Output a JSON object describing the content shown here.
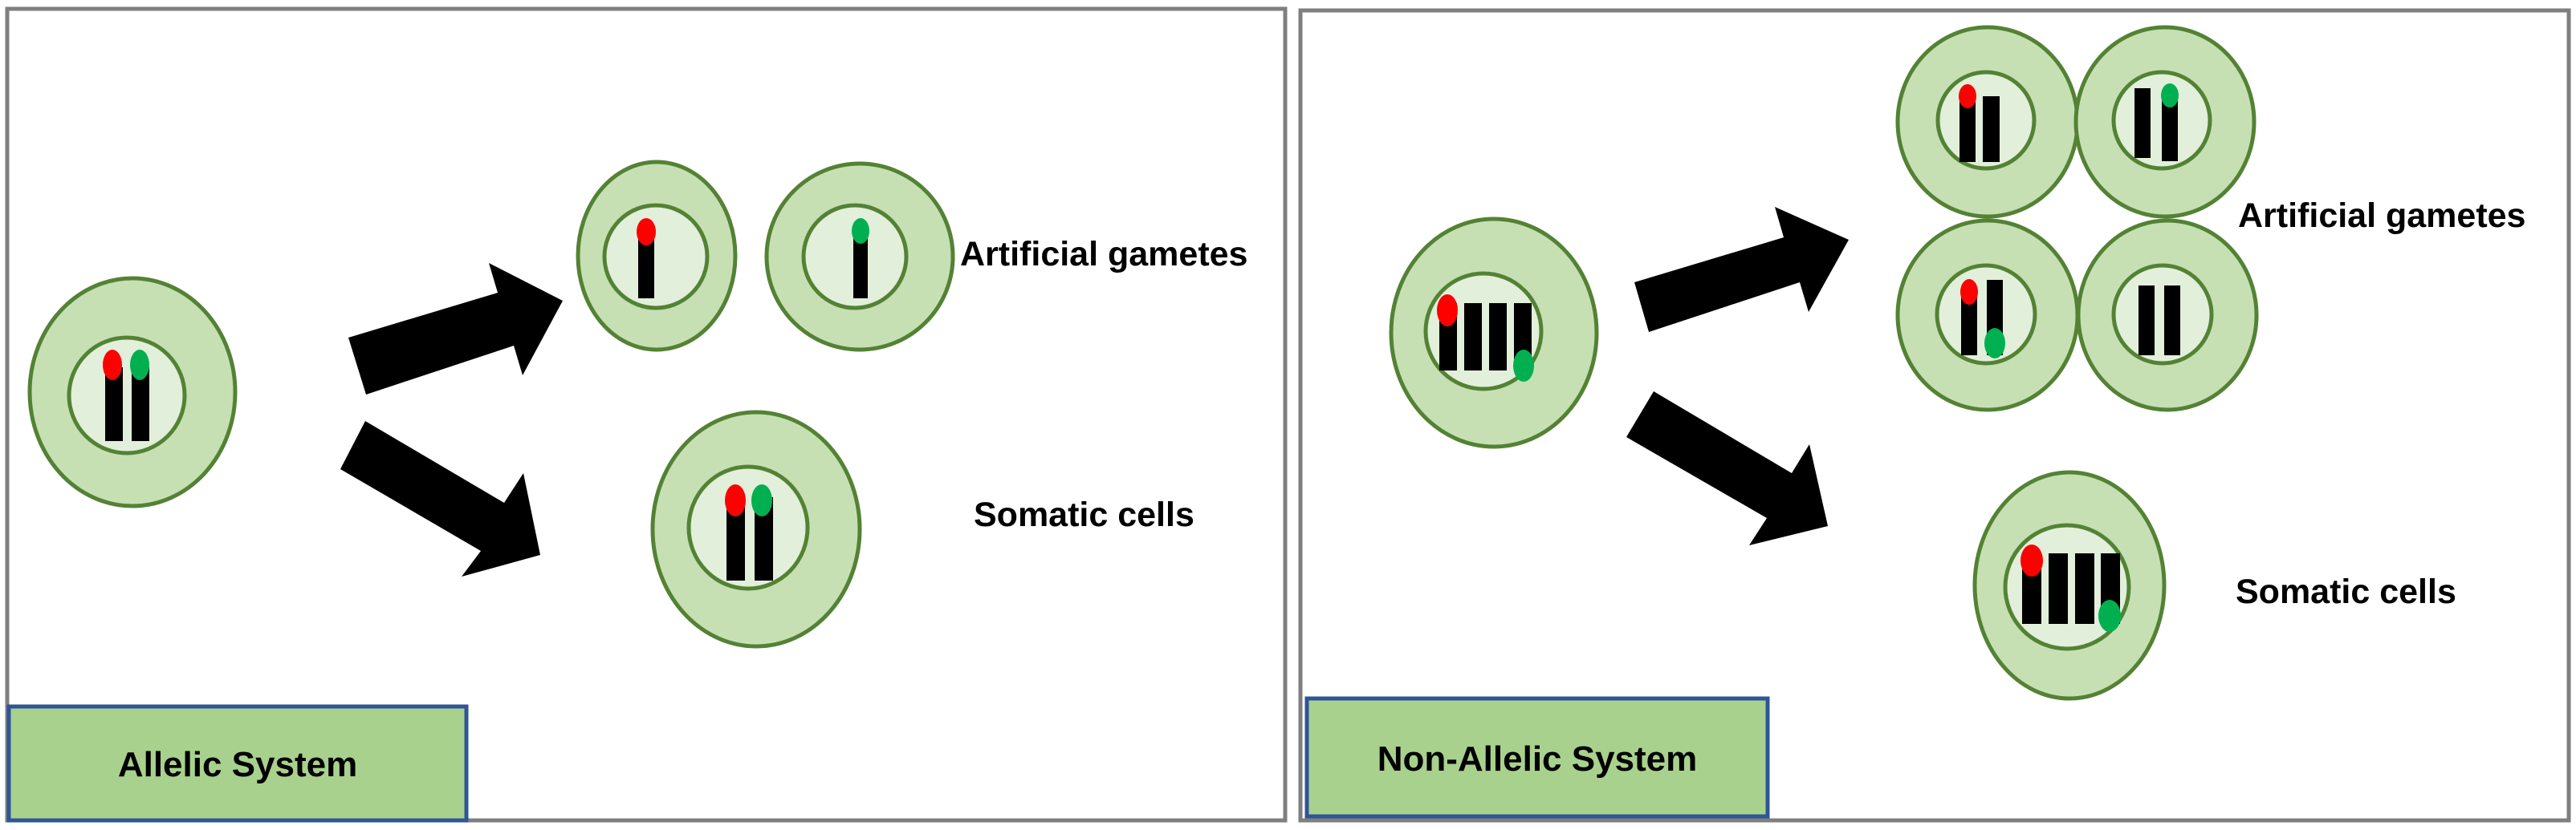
{
  "panels": {
    "allelic": {
      "badge_label": "Allelic System",
      "gametes_label": "Artificial gametes",
      "somatic_label": "Somatic cells"
    },
    "non_allelic": {
      "badge_label": "Non-Allelic System",
      "gametes_label": "Artificial gametes",
      "somatic_label": "Somatic cells"
    }
  },
  "colors": {
    "cell_fill": "#c6e0b4",
    "nucleus_fill": "#e2efda",
    "cell_stroke": "#548235",
    "chromosome": "#000000",
    "allele_red": "#ff0000",
    "allele_green": "#00b050",
    "badge_fill": "#a9d18e",
    "badge_stroke": "#2f5597",
    "frame_stroke": "#7f7f7f"
  }
}
